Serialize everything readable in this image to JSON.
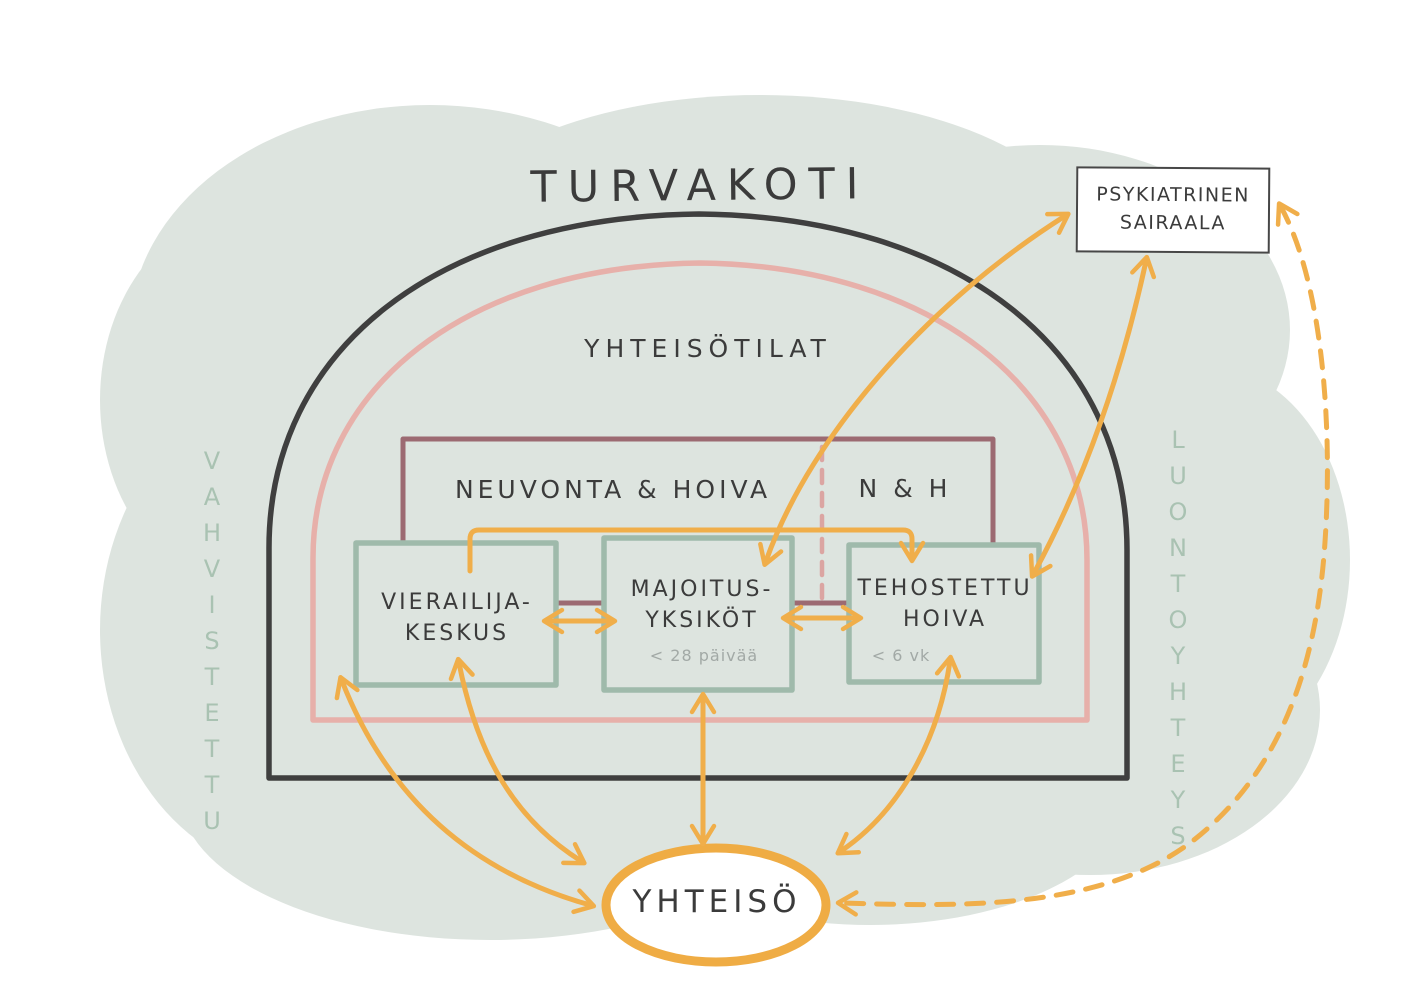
{
  "title": "TURVAKOTI",
  "dome": {
    "community_spaces": "YHTEISÖTILAT"
  },
  "care_band": {
    "left": "NEUVONTA & HOIVA",
    "right": "N & H"
  },
  "units": {
    "visitor_center": {
      "line1": "VIERAILIJA-",
      "line2": "KESKUS"
    },
    "housing_units": {
      "line1": "MAJOITUS-",
      "line2": "YKSIKÖT",
      "note": "< 28 päivää"
    },
    "enhanced_care": {
      "line1": "TEHOSTETTU",
      "line2": "HOIVA",
      "note": "< 6 vk"
    }
  },
  "side_labels": {
    "left": "VAHVISTETTU",
    "right": "LUONTOYHTEYS"
  },
  "psychiatric_hospital": {
    "line1": "PSYKIATRINEN",
    "line2": "SAIRAALA"
  },
  "community": "YHTEISÖ",
  "colors": {
    "background_blob": "#dde4df",
    "dome_dark": "#3f3f3f",
    "dome_pink": "#e7b0aa",
    "care_band_maroon": "#9c6a72",
    "divider_pink": "#dba5a2",
    "unit_green": "#9fbaab",
    "side_text_green": "#a9c2b2",
    "arrow_orange": "#f0ae4a",
    "note_gray": "#a2a9a6",
    "text_dark": "#3b3b3b"
  },
  "connections": [
    {
      "from": "vierailijakeskus",
      "to": "majoitusyksikot",
      "type": "two-way"
    },
    {
      "from": "majoitusyksikot",
      "to": "tehostettu-hoiva",
      "type": "two-way"
    },
    {
      "from": "vierailijakeskus",
      "to": "tehostettu-hoiva",
      "type": "one-way-routed"
    },
    {
      "from": "turvakoti-sisatila",
      "to": "yhteiso",
      "type": "two-way"
    },
    {
      "from": "vierailijakeskus",
      "to": "yhteiso",
      "type": "two-way"
    },
    {
      "from": "majoitusyksikot",
      "to": "yhteiso",
      "type": "two-way"
    },
    {
      "from": "tehostettu-hoiva",
      "to": "yhteiso",
      "type": "two-way"
    },
    {
      "from": "majoitusyksikot",
      "to": "psykiatrinen-sairaala",
      "type": "two-way"
    },
    {
      "from": "tehostettu-hoiva",
      "to": "psykiatrinen-sairaala",
      "type": "two-way"
    },
    {
      "from": "psykiatrinen-sairaala",
      "to": "yhteiso",
      "type": "two-way-dashed"
    }
  ]
}
